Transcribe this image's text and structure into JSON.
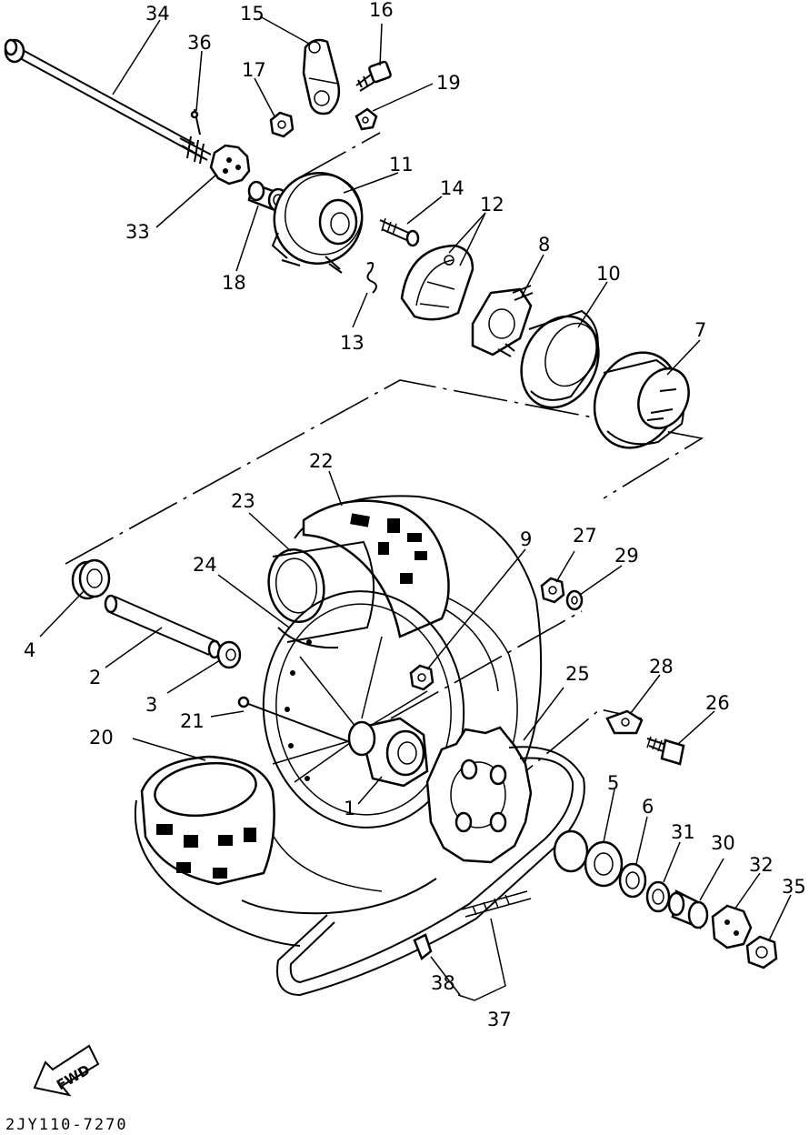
{
  "callouts": {
    "c1": "1",
    "c2": "2",
    "c3": "3",
    "c4": "4",
    "c5": "5",
    "c6": "6",
    "c7": "7",
    "c8": "8",
    "c9": "9",
    "c10": "10",
    "c11": "11",
    "c12": "12",
    "c13": "13",
    "c14": "14",
    "c15": "15",
    "c16": "16",
    "c17": "17",
    "c18": "18",
    "c19": "19",
    "c20": "20",
    "c21": "21",
    "c22": "22",
    "c23": "23",
    "c24": "24",
    "c25": "25",
    "c26": "26",
    "c27": "27",
    "c28": "28",
    "c29": "29",
    "c30": "30",
    "c31": "31",
    "c32": "32",
    "c33": "33",
    "c34": "34",
    "c35": "35",
    "c36": "36",
    "c37": "37",
    "c38": "38"
  },
  "fwd_label": "FWD",
  "diagram_code": "2JY110-7270"
}
